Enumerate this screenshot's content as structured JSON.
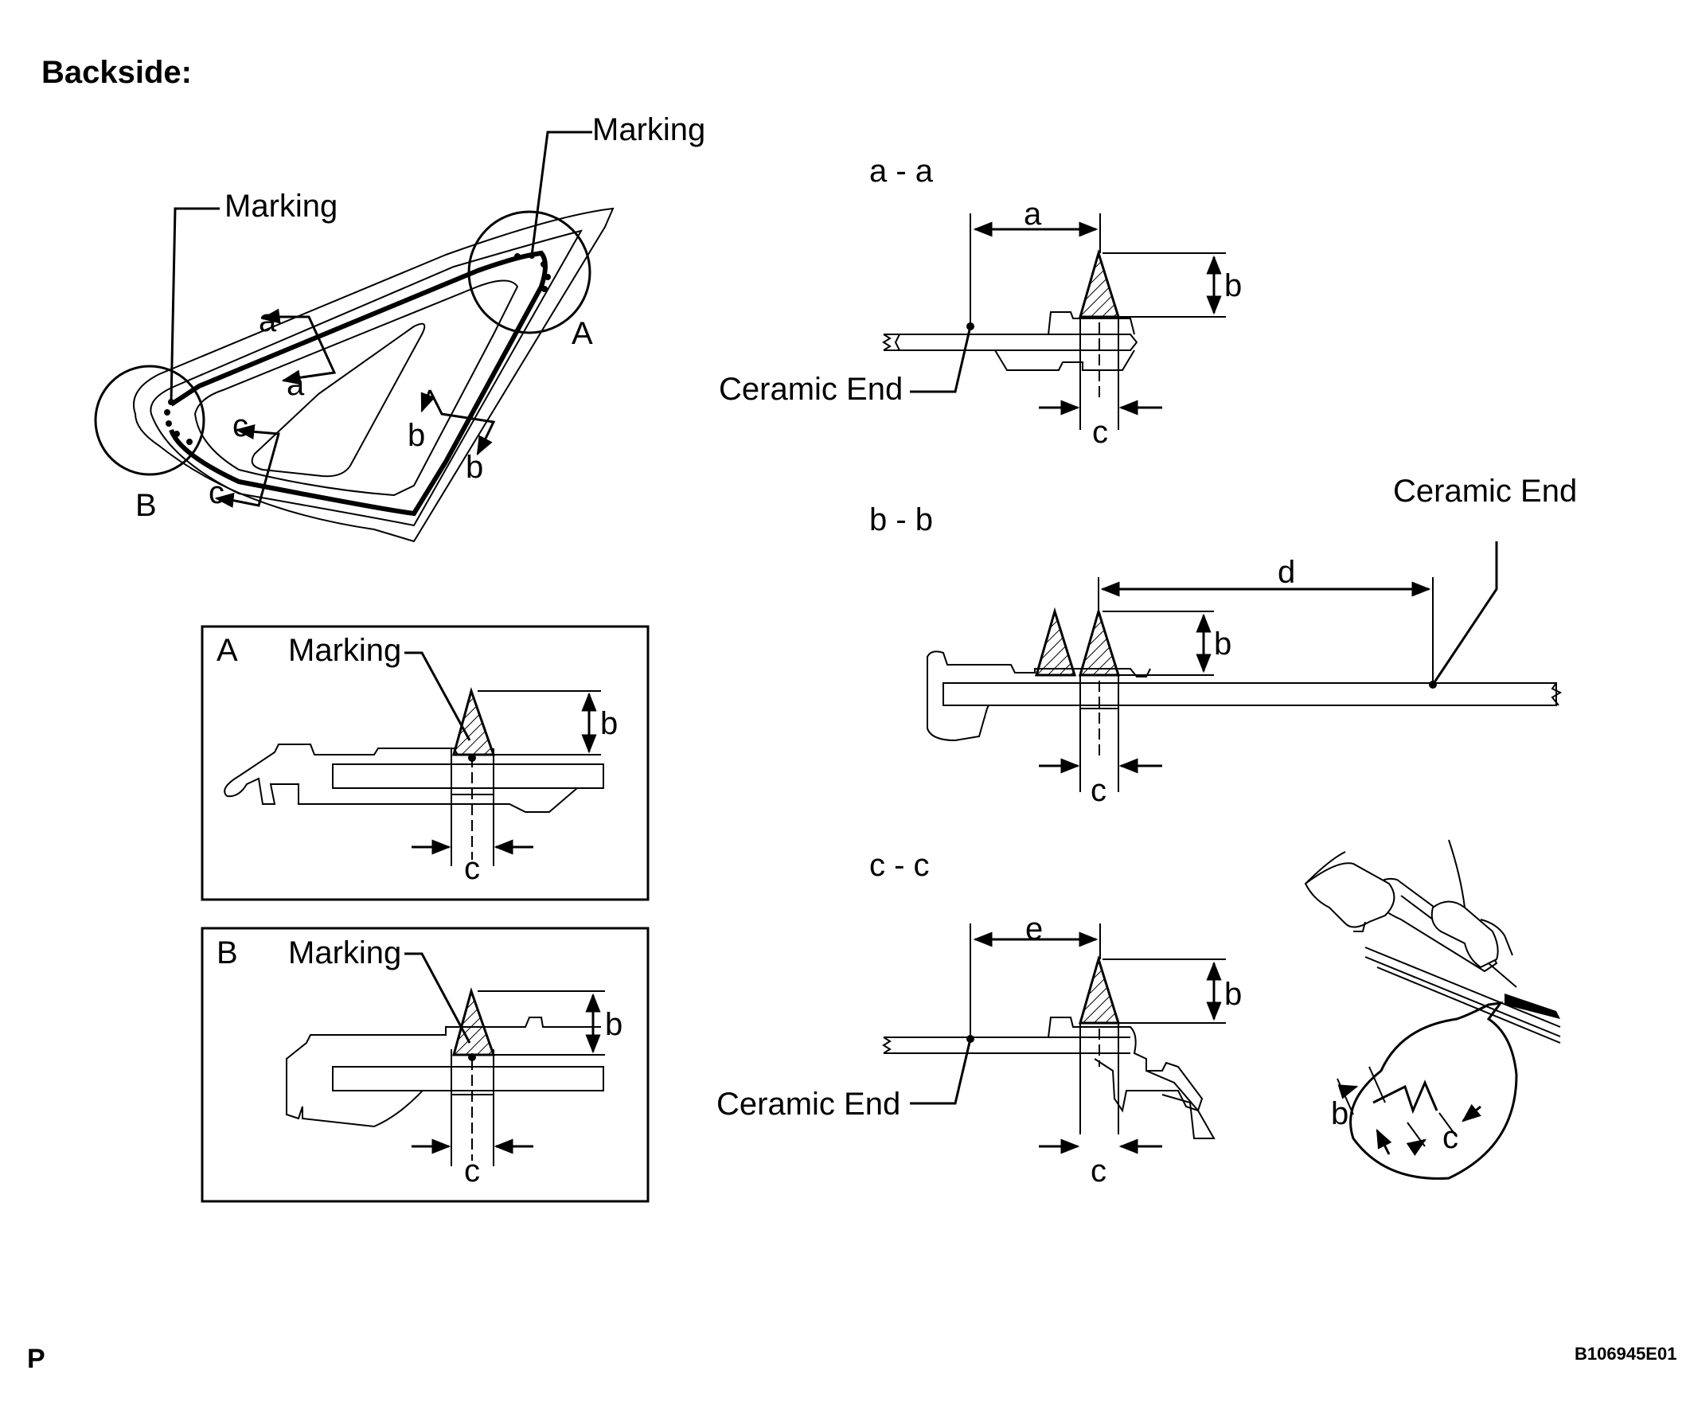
{
  "header": {
    "title": "Backside:"
  },
  "overview": {
    "marking_left": "Marking",
    "marking_right": "Marking",
    "circle_A": "A",
    "circle_B": "B",
    "sec_a1": "a",
    "sec_a2": "a",
    "sec_b1": "b",
    "sec_b2": "b",
    "sec_c1": "c",
    "sec_c2": "c"
  },
  "detail_A": {
    "label": "A",
    "marking": "Marking",
    "dim_b": "b",
    "dim_c": "c"
  },
  "detail_B": {
    "label": "B",
    "marking": "Marking",
    "dim_b": "b",
    "dim_c": "c"
  },
  "section_aa": {
    "title": "a - a",
    "dim_a": "a",
    "dim_b": "b",
    "dim_c": "c",
    "ceramic_end": "Ceramic End"
  },
  "section_bb": {
    "title": "b - b",
    "dim_d": "d",
    "dim_b": "b",
    "dim_c": "c",
    "ceramic_end": "Ceramic End"
  },
  "section_cc": {
    "title": "c - c",
    "dim_e": "e",
    "dim_b": "b",
    "dim_c": "c",
    "ceramic_end": "Ceramic End"
  },
  "inset": {
    "dim_b": "b",
    "dim_c": "c"
  },
  "footer": {
    "page_mark": "P",
    "figure_code": "B106945E01"
  }
}
